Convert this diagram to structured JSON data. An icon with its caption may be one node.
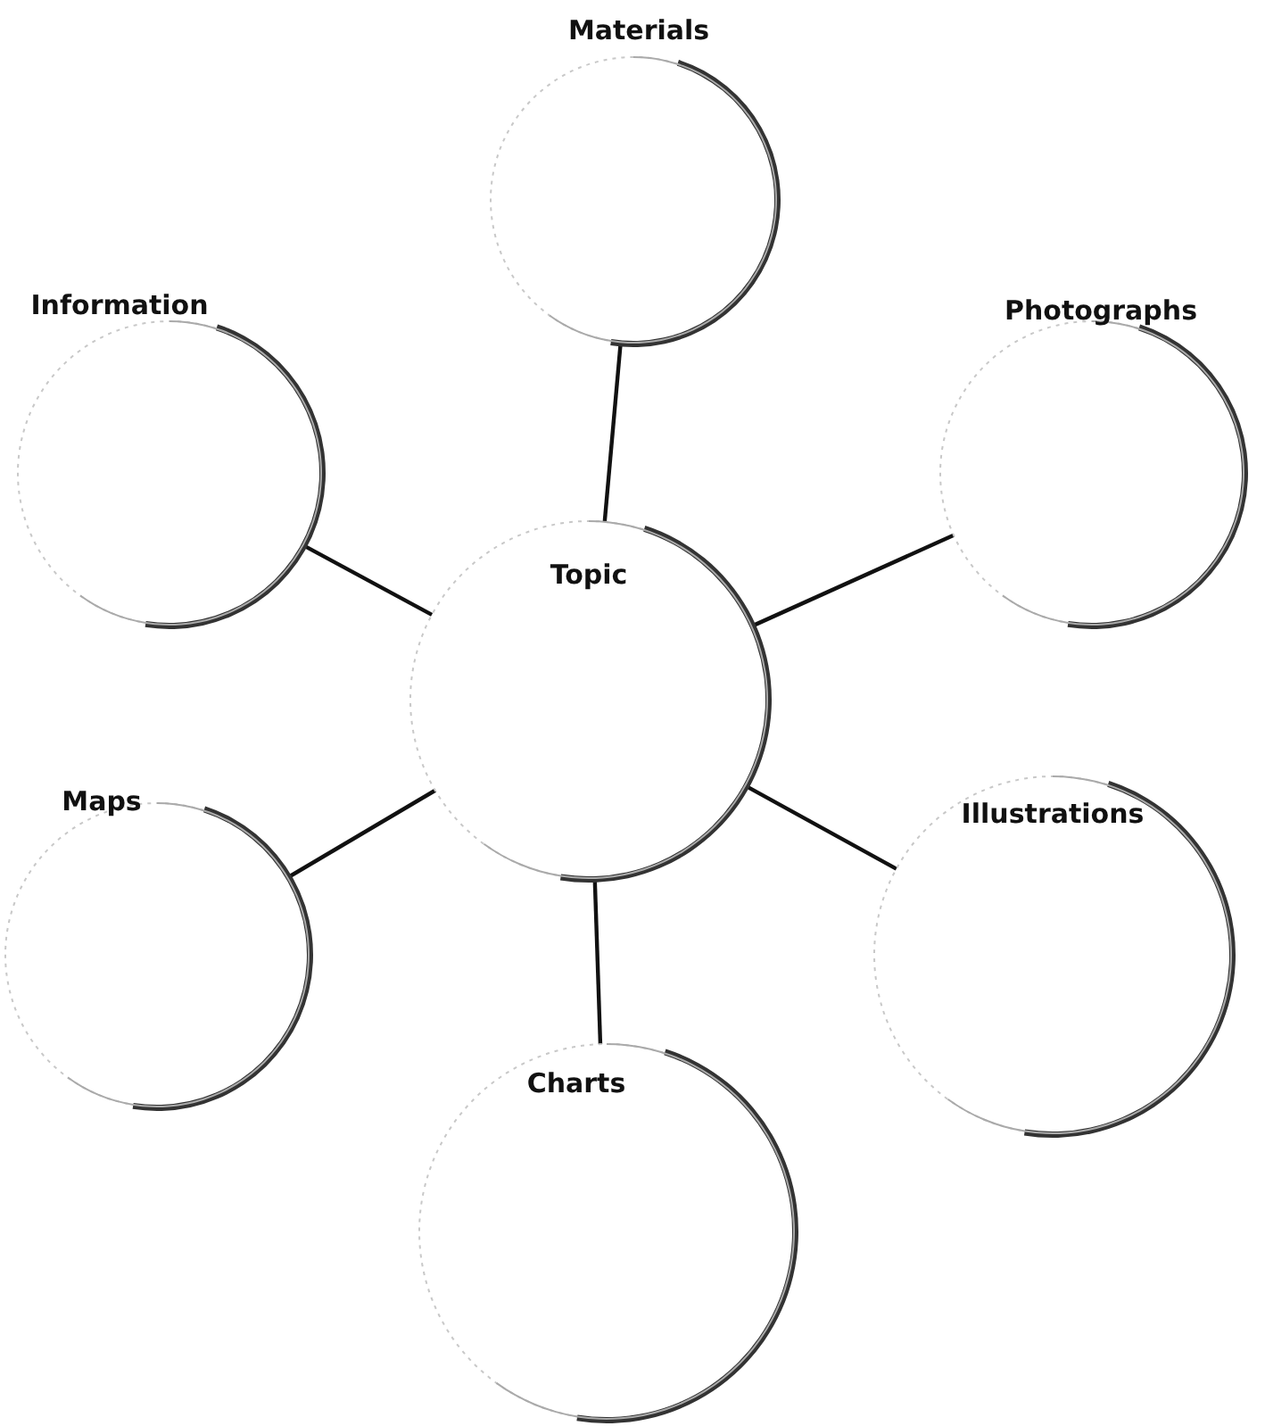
{
  "diagram": {
    "nodes": [
      {
        "text": [
          "Materials"
        ]
      },
      {
        "text": [
          "Information"
        ]
      },
      {
        "text": [
          "Photographs"
        ]
      },
      {
        "text": [
          "Topic"
        ]
      },
      {
        "text": [
          "Maps"
        ]
      },
      {
        "text": [
          "Illustrations"
        ]
      },
      {
        "text": [
          "Charts"
        ]
      }
    ],
    "edges": [
      {
        "from": 3,
        "to": 0,
        "arrow": "none"
      },
      {
        "from": 3,
        "to": 1,
        "arrow": "none"
      },
      {
        "from": 3,
        "to": 2,
        "arrow": "none"
      },
      {
        "from": 3,
        "to": 4,
        "arrow": "none"
      },
      {
        "from": 3,
        "to": 5,
        "arrow": "none"
      },
      {
        "from": 3,
        "to": 6,
        "arrow": "none"
      }
    ]
  }
}
